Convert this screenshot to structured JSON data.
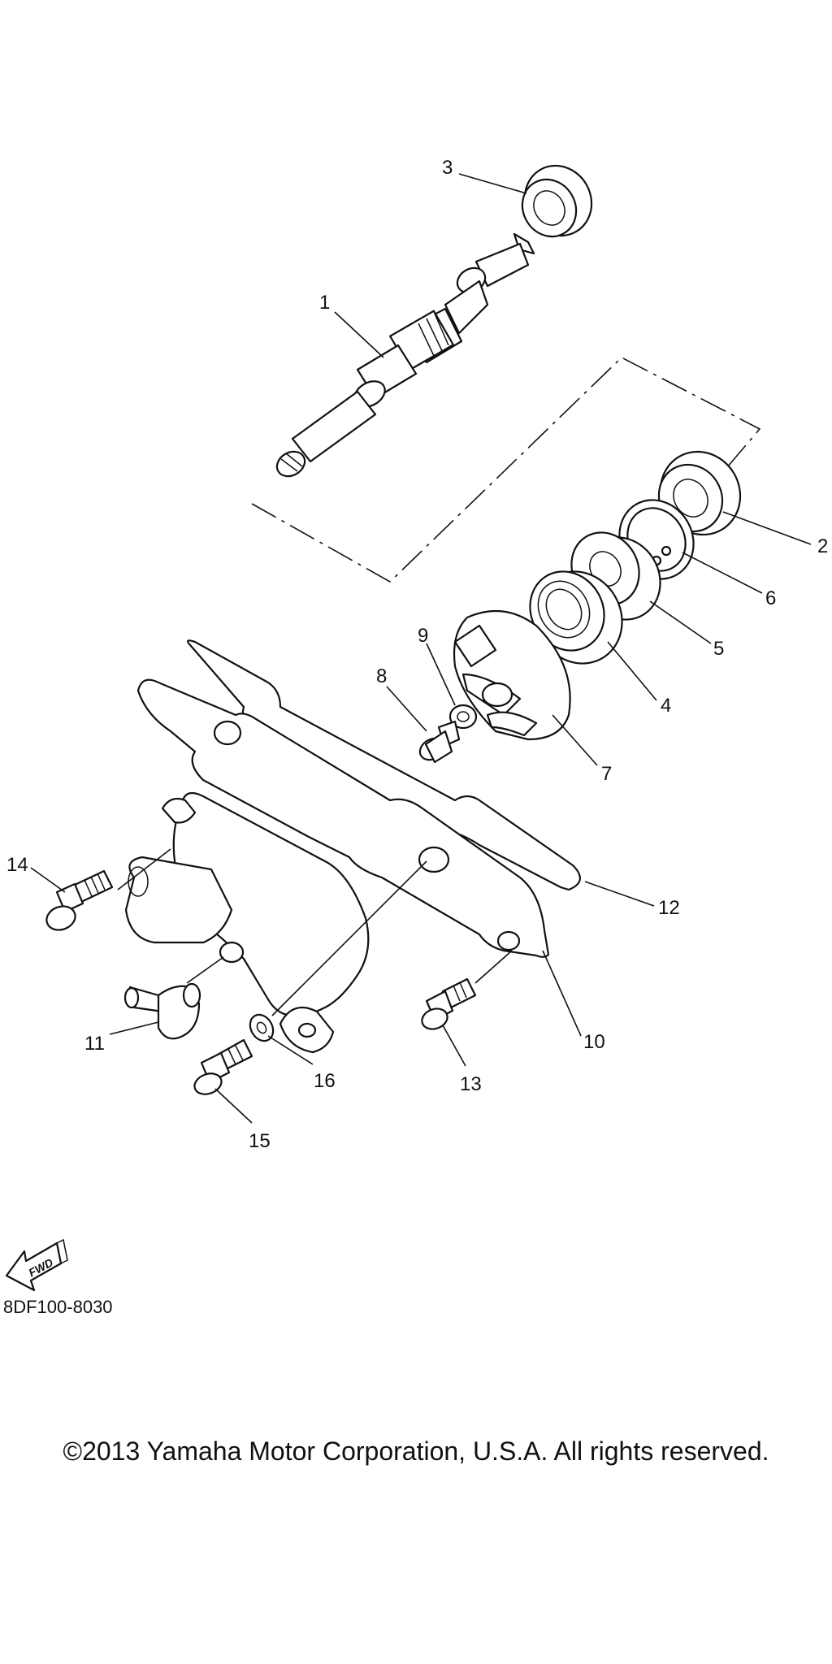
{
  "diagram": {
    "code": "8DF100-8030",
    "copyright": "©2013 Yamaha Motor Corporation, U.S.A. All rights reserved.",
    "fwd_label": "FWD",
    "callouts": [
      "1",
      "2",
      "3",
      "4",
      "5",
      "6",
      "7",
      "8",
      "9",
      "10",
      "11",
      "12",
      "13",
      "14",
      "15",
      "16"
    ]
  }
}
